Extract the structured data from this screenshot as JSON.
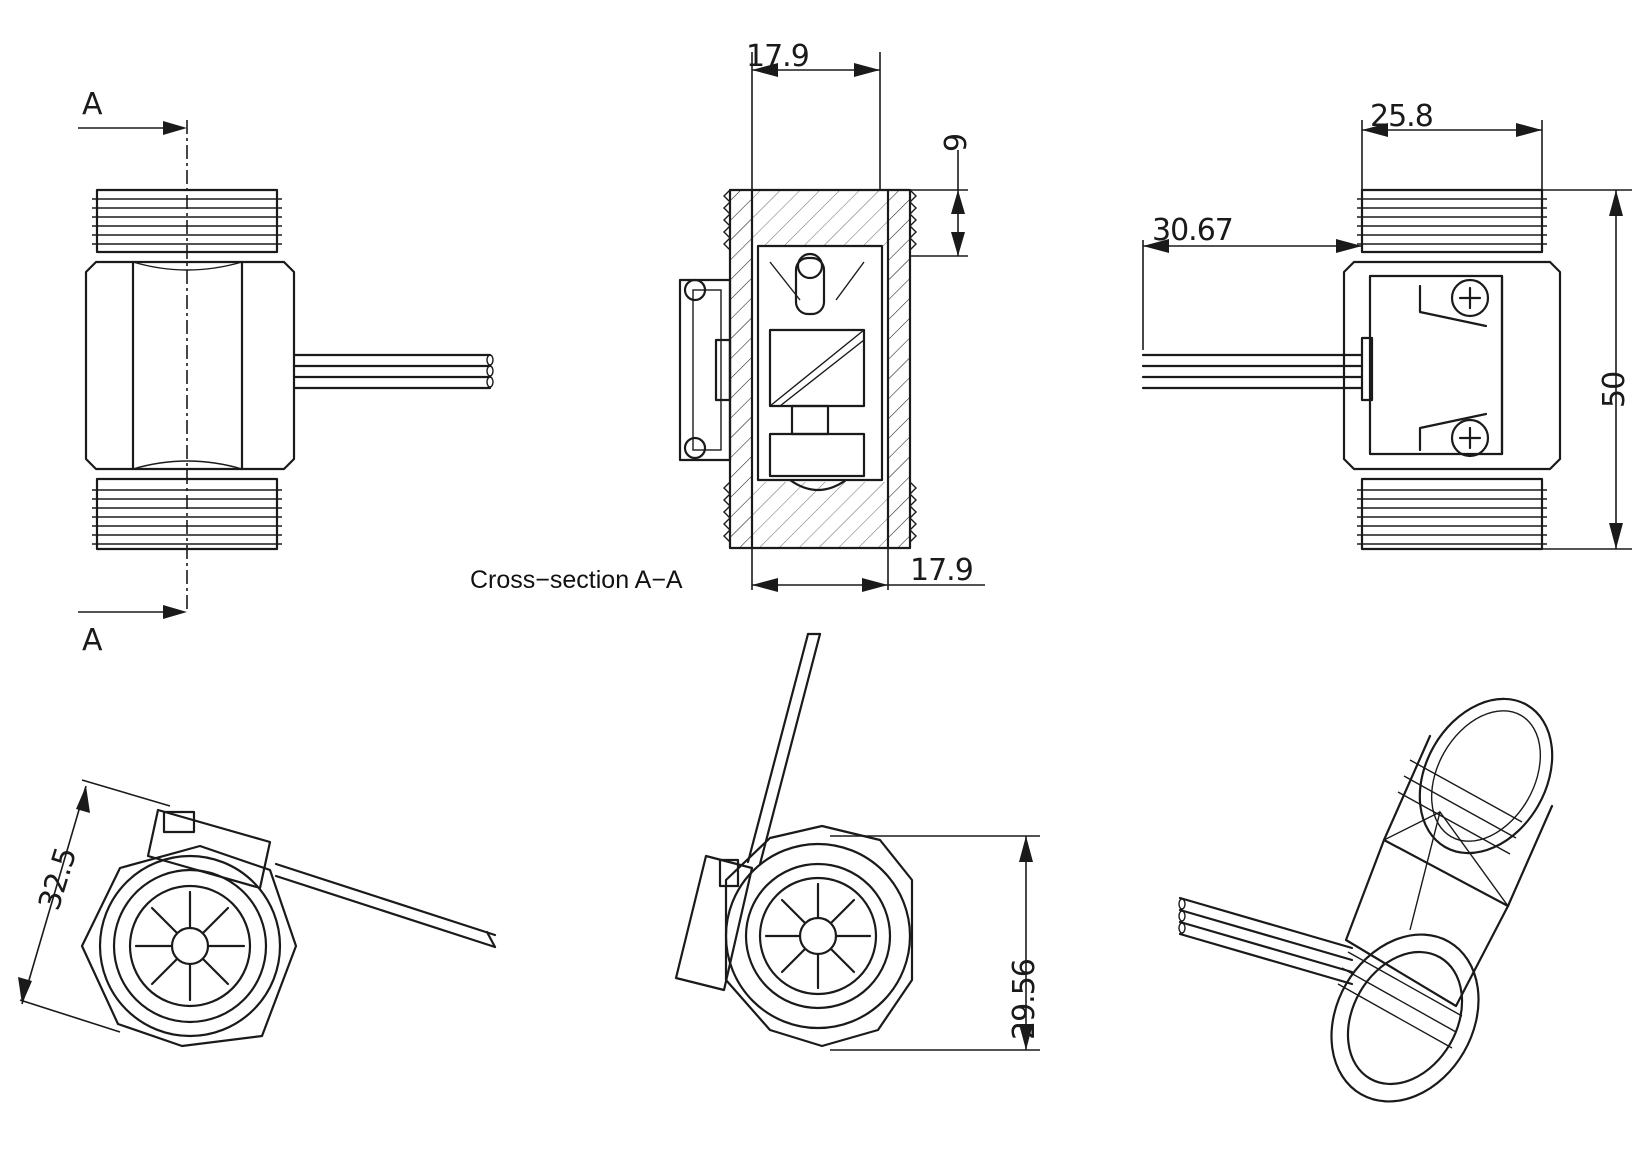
{
  "section_markers": [
    "A",
    "A"
  ],
  "caption": "Cross−section A−A",
  "dimensions": {
    "front_thread_top": "17.9",
    "front_thread_height": "9",
    "front_thread_bottom": "17.9",
    "side_width": "25.8",
    "side_cable_offset": "30.67",
    "side_height": "50",
    "iso_left_height": "32.5",
    "iso_mid_height": "29.56"
  },
  "colors": {
    "line": "#1a1a1a",
    "background": "#ffffff"
  }
}
